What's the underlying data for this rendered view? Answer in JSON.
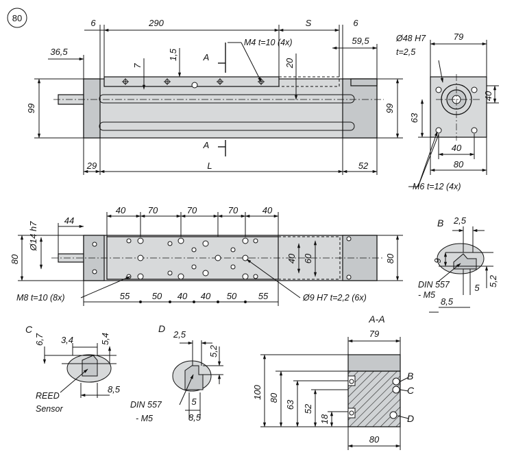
{
  "badge": "80",
  "top_view": {
    "dims": [
      "6",
      "290",
      "S",
      "6",
      "36,5",
      "59,5",
      "7",
      "1,5",
      "20",
      "99",
      "99",
      "29",
      "L",
      "52"
    ],
    "section_marks": [
      "A",
      "A"
    ],
    "callout_m4": "M4 t=10 (4x)"
  },
  "end_view": {
    "dims": [
      "Ø48 H7",
      "t=2,5",
      "79",
      "40",
      "63",
      "40",
      "80"
    ],
    "callout_m6": "M6 t=12 (4x)"
  },
  "plan_view": {
    "dims_top": [
      "40",
      "70",
      "70",
      "70",
      "40"
    ],
    "dims_bottom": [
      "55",
      "50",
      "40",
      "40",
      "50",
      "55"
    ],
    "dims_misc": [
      "44",
      "Ø14 h7",
      "80",
      "40",
      "60",
      "80"
    ],
    "callout_m8": "M8 t=10 (8x)",
    "callout_d9": "Ø9 H7 t=2,2 (6x)"
  },
  "detail_b": {
    "letter": "B",
    "dims": [
      "2,5",
      "9",
      "5",
      "5,2",
      "8,5"
    ],
    "callout": [
      "DIN 557",
      "- M5"
    ]
  },
  "detail_c": {
    "letter": "C",
    "dims": [
      "6,7",
      "3,4",
      "5,4",
      "8,5"
    ],
    "callout": [
      "REED",
      "Sensor"
    ]
  },
  "detail_d": {
    "letter": "D",
    "dims": [
      "2,5",
      "5,2",
      "5",
      "8,5"
    ],
    "callout": [
      "DIN 557",
      "- M5"
    ]
  },
  "section_aa": {
    "title": "A-A",
    "dims": [
      "79",
      "100",
      "80",
      "63",
      "52",
      "18",
      "80"
    ],
    "markers": [
      "B",
      "C",
      "D"
    ]
  }
}
